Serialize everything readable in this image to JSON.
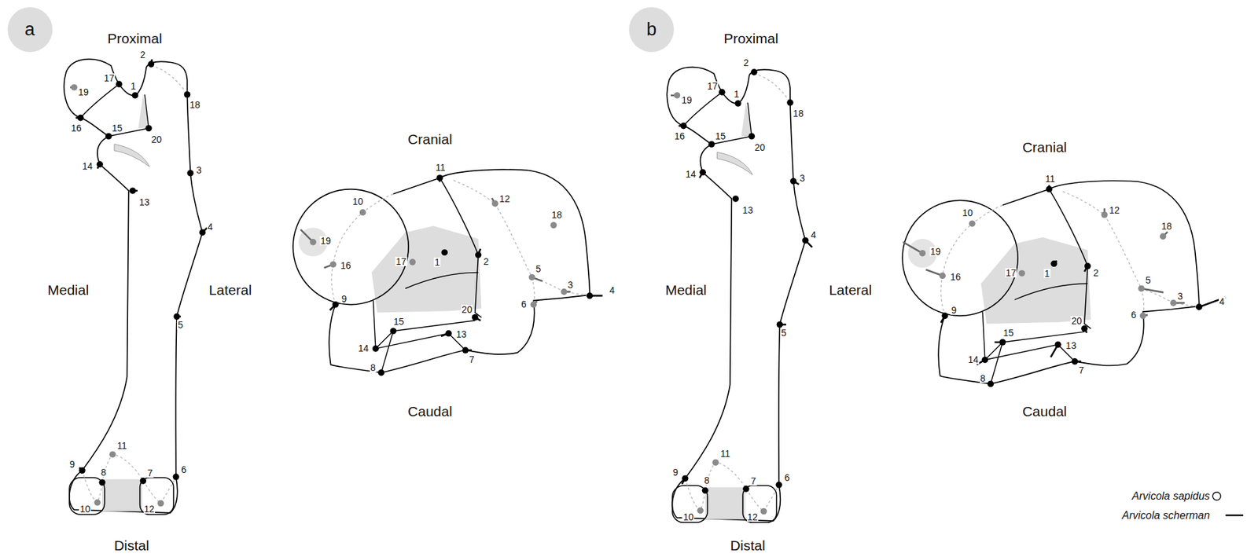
{
  "diagram": {
    "labels": [
      "a",
      "Proximal",
      "Medial",
      "Lateral",
      "Distal",
      "2",
      "17",
      "1",
      "19",
      "18",
      "16",
      "15",
      "20",
      "14",
      "13",
      "3",
      "4",
      "5",
      "9",
      "8",
      "11",
      "7",
      "6",
      "10",
      "12",
      "Cranial",
      "Caudal",
      "11",
      "10",
      "12",
      "18",
      "19",
      "16",
      "17",
      "1",
      "2",
      "5",
      "3",
      "4",
      "6",
      "9",
      "20",
      "15",
      "13",
      "14",
      "7",
      "8",
      "b",
      "Proximal",
      "Medial",
      "Lateral",
      "Distal",
      "2",
      "17",
      "1",
      "19",
      "18",
      "16",
      "15",
      "20",
      "14",
      "13",
      "3",
      "4",
      "5",
      "9",
      "8",
      "11",
      "7",
      "6",
      "10",
      "12",
      "Cranial",
      "Caudal",
      "11",
      "10",
      "12",
      "18",
      "19",
      "16",
      "17",
      "1",
      "2",
      "5",
      "3",
      "4",
      "6",
      "9",
      "20",
      "15",
      "13",
      "14",
      "7",
      "8"
    ],
    "legend": [
      {
        "text": "Arvicola sapidus"
      },
      {
        "text": "Arvicola scherman"
      }
    ]
  }
}
